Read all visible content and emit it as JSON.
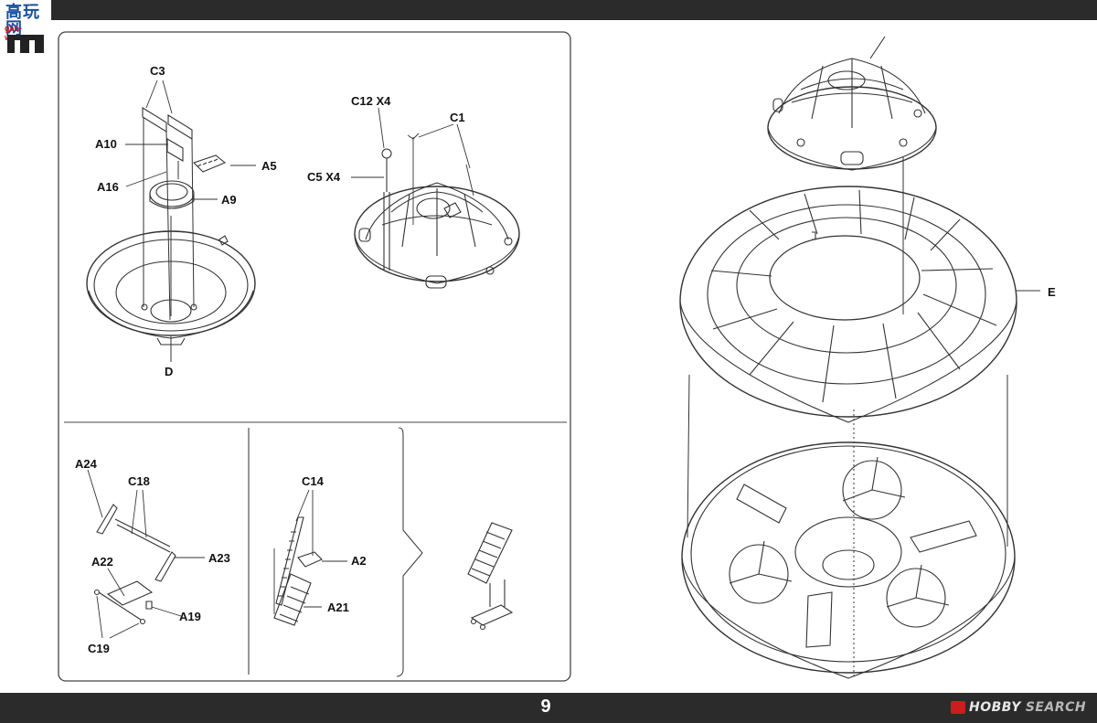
{
  "page": {
    "number": "9"
  },
  "logo": {
    "chars": "高玩网",
    "site": "gao-wan.net"
  },
  "watermark": {
    "part1": "HOBBY",
    "part2": "SEARCH"
  },
  "labels": {
    "c3": "C3",
    "a10": "A10",
    "a5": "A5",
    "a16": "A16",
    "a9": "A9",
    "d": "D",
    "c12": "C12 X4",
    "c1": "C1",
    "c5": "C5 X4",
    "e": "E",
    "a24": "A24",
    "c18": "C18",
    "a23": "A23",
    "a22": "A22",
    "a19": "A19",
    "c19": "C19",
    "c14": "C14",
    "a2": "A2",
    "a21": "A21"
  }
}
